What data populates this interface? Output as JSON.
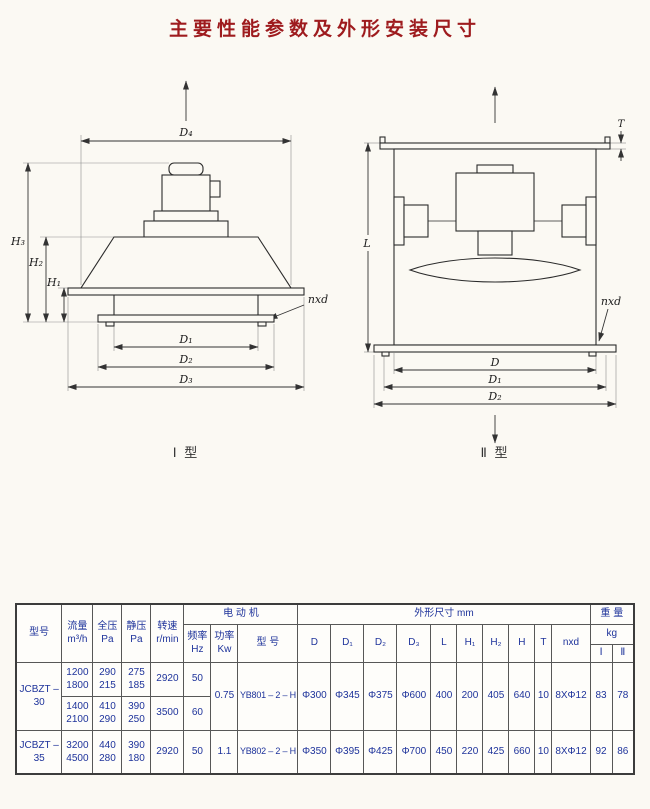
{
  "page": {
    "title": "主要性能参数及外形安装尺寸"
  },
  "diagram1": {
    "caption": "Ⅰ 型",
    "labels": {
      "d4": "D₄",
      "h3": "H₃",
      "h2": "H₂",
      "h1": "H₁",
      "nxd": "nxd",
      "d1": "D₁",
      "d2": "D₂",
      "d3": "D₃"
    }
  },
  "diagram2": {
    "caption": "Ⅱ 型",
    "labels": {
      "t": "T",
      "l": "L",
      "nxd": "nxd",
      "d": "D",
      "d1": "D₁",
      "d2": "D₂"
    }
  },
  "table": {
    "header": {
      "model": "型号",
      "flow_name": "流量",
      "flow_unit": "m³/h",
      "tp_name": "全压",
      "tp_unit": "Pa",
      "sp_name": "静压",
      "sp_unit": "Pa",
      "speed_name": "转速",
      "speed_unit": "r/min",
      "motor_group": "电 动 机",
      "freq_name": "频率",
      "freq_unit": "Hz",
      "power_name": "功率",
      "power_unit": "Kw",
      "motor_model": "型 号",
      "dims_group": "外形尺寸 mm",
      "dims": [
        "D",
        "D₁",
        "D₂",
        "D₃",
        "L",
        "H₁",
        "H₂",
        "H",
        "T",
        "nxd"
      ],
      "weight_group": "重 量",
      "weight_unit": "kg",
      "weight_cols": [
        "Ⅰ",
        "Ⅱ"
      ]
    },
    "groups": [
      {
        "model_line1": "JCBZT –",
        "model_line2": "30",
        "variants": [
          {
            "flow": [
              "1200",
              "1800"
            ],
            "tp": [
              "290",
              "215"
            ],
            "sp": [
              "275",
              "185"
            ],
            "speed": "2920",
            "freq": "50"
          },
          {
            "flow": [
              "1400",
              "2100"
            ],
            "tp": [
              "410",
              "290"
            ],
            "sp": [
              "390",
              "250"
            ],
            "speed": "3500",
            "freq": "60"
          }
        ],
        "power": "0.75",
        "motor": "YB801 – 2 – H",
        "dims": [
          "Φ300",
          "Φ345",
          "Φ375",
          "Φ600",
          "400",
          "200",
          "405",
          "640",
          "10",
          "8XΦ12"
        ],
        "weights": [
          "83",
          "78"
        ]
      },
      {
        "model_line1": "JCBZT –",
        "model_line2": "35",
        "variants": [
          {
            "flow": [
              "3200",
              "4500"
            ],
            "tp": [
              "440",
              "280"
            ],
            "sp": [
              "390",
              "180"
            ],
            "speed": "2920",
            "freq": "50"
          }
        ],
        "power": "1.1",
        "motor": "YB802 – 2 – H",
        "dims": [
          "Φ350",
          "Φ395",
          "Φ425",
          "Φ700",
          "450",
          "220",
          "425",
          "660",
          "10",
          "8XΦ12"
        ],
        "weights": [
          "92",
          "86"
        ]
      }
    ]
  }
}
